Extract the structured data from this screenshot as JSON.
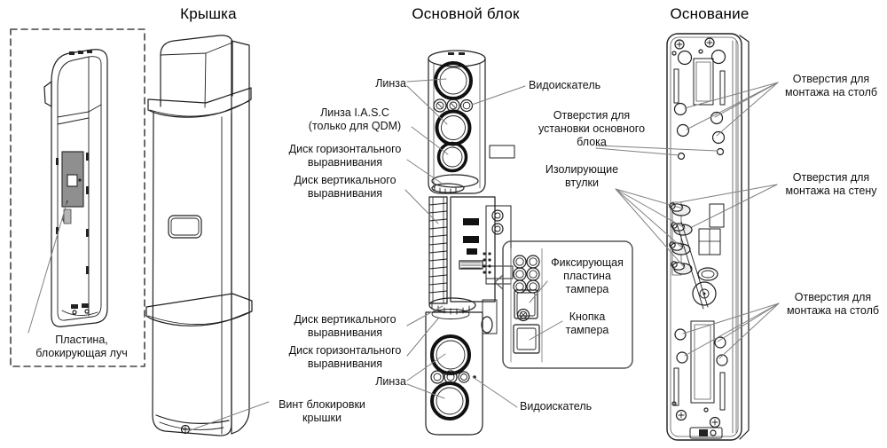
{
  "titles": {
    "cover": "Крышка",
    "main_unit": "Основной блок",
    "base": "Основание"
  },
  "labels": {
    "beam_blocking_plate": "Пластина,\nблокирующая луч",
    "cover_lock_screw": "Винт блокировки\nкрышки",
    "lens_top": "Линза",
    "lens_iasc": "Линза I.A.S.C\n(только для QDM)",
    "horizontal_disk_top": "Диск горизонтального\nвыравнивания",
    "vertical_disk_top": "Диск вертикального\nвыравнивания",
    "viewfinder_top": "Видоискатель",
    "vertical_disk_bottom": "Диск вертикального\nвыравнивания",
    "horizontal_disk_bottom": "Диск горизонтального\nвыравнивания",
    "lens_bottom": "Линза",
    "viewfinder_bottom": "Видоискатель",
    "tamper_plate": "Фиксирующая\nпластина\nтампера",
    "tamper_button": "Кнопка\nтампера",
    "mount_pole_top": "Отверстия для\nмонтажа на столб",
    "main_unit_mount": "Отверстия для\nустановки основного\nблока",
    "insulating_bushings": "Изолирующие\nвтулки",
    "mount_wall": "Отверстия для\nмонтажа на стену",
    "mount_pole_bottom": "Отверстия для\nмонтажа на столб"
  },
  "colors": {
    "ink": "#1f1f1f",
    "leader_line": "#808080",
    "blocking_plate_fill": "#8f8f8f"
  }
}
